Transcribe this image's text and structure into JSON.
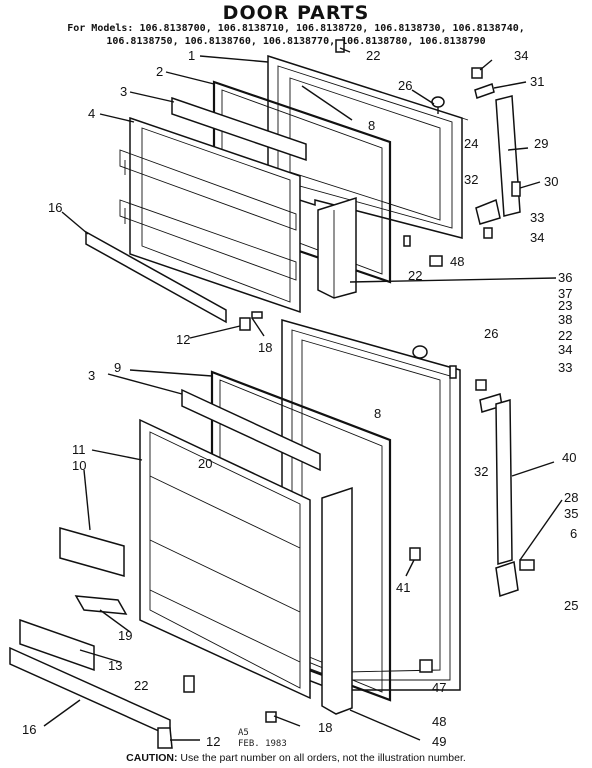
{
  "header": {
    "title": "DOOR PARTS",
    "models_line1": "For Models: 106.8138700, 106.8138710, 106.8138720, 106.8138730, 106.8138740,",
    "models_line2": "106.8138750, 106.8138760, 106.8138770, 106.8138780, 106.8138790"
  },
  "callouts": [
    "1",
    "2",
    "3",
    "4",
    "16",
    "8",
    "26",
    "22",
    "34",
    "31",
    "24",
    "29",
    "32",
    "30",
    "33",
    "34",
    "22",
    "48",
    "36",
    "37",
    "23",
    "38",
    "12",
    "18",
    "26",
    "22",
    "34",
    "33",
    "9",
    "3",
    "8",
    "11",
    "10",
    "20",
    "40",
    "32",
    "28",
    "35",
    "6",
    "41",
    "25",
    "19",
    "13",
    "22",
    "16",
    "47",
    "48",
    "18",
    "49",
    "12"
  ],
  "stamp": {
    "line1": "A5",
    "line2": "FEB.  1983"
  },
  "caution": {
    "prefix": "CAUTION:",
    "text": " Use the part number on all orders, not the illustration number."
  }
}
